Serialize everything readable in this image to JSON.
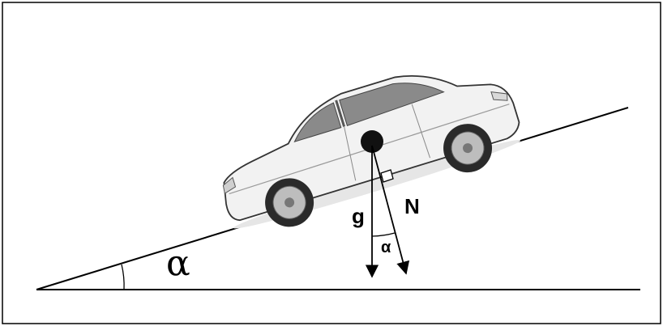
{
  "diagram": {
    "labels": {
      "incline_angle": "α",
      "gravity": "g",
      "normal": "N",
      "between_angle": "α"
    },
    "car_icon": "sedan-car-icon",
    "colors": {
      "stroke": "#000000",
      "car_body": "#f2f2f2",
      "car_outline": "#333333",
      "window": "#8a8a8a",
      "wheel_dark": "#2a2a2a",
      "rim": "#bdbdbd",
      "center_of_mass": "#111111",
      "background": "#ffffff"
    }
  }
}
